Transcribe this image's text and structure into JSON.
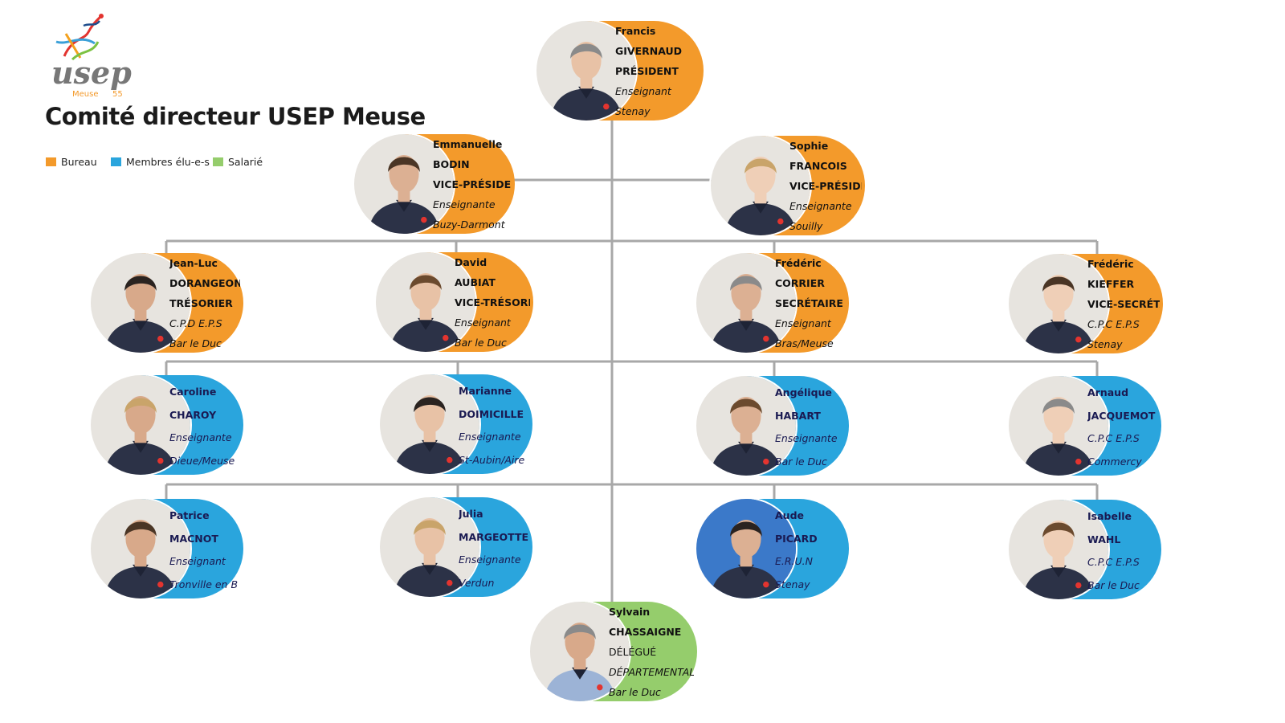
{
  "page": {
    "title": "Comité directeur USEP Meuse"
  },
  "logo": {
    "word": "usep",
    "sub_left": "Meuse",
    "sub_right": "55"
  },
  "legend": [
    {
      "label": "Bureau",
      "color": "#f39a2b"
    },
    {
      "label": "Membres élu-e-s",
      "color": "#2aa5dd"
    },
    {
      "label": "Salarié",
      "color": "#95cd6c"
    }
  ],
  "colors": {
    "bureau": "#f39a2b",
    "membre": "#2aa5dd",
    "salarie": "#95cd6c",
    "lines": "#a8a8a8",
    "uniform": "#2c3247"
  },
  "people": [
    {
      "id": "francis-givernaud",
      "group": "bureau",
      "lines": [
        "Francis",
        "GIVERNAUD",
        "PRÉSIDENT",
        "Enseignant",
        "Stenay"
      ]
    },
    {
      "id": "emmanuelle-bodin",
      "group": "bureau",
      "lines": [
        "Emmanuelle",
        "BODIN",
        "VICE-PRÉSIDENTE",
        "Enseignante",
        "Buzy-Darmont"
      ]
    },
    {
      "id": "sophie-francois",
      "group": "bureau",
      "lines": [
        "Sophie",
        "FRANCOIS",
        "VICE-PRÉSIDENTE",
        "Enseignante",
        "Souilly"
      ]
    },
    {
      "id": "jean-luc-dorangeon",
      "group": "bureau",
      "lines": [
        "Jean-Luc",
        "DORANGEON",
        "TRÉSORIER",
        "C.P.D E.P.S",
        "Bar le Duc"
      ]
    },
    {
      "id": "david-aubiat",
      "group": "bureau",
      "lines": [
        "David",
        "AUBIAT",
        "VICE-TRÉSORIER",
        "Enseignant",
        "Bar le Duc"
      ]
    },
    {
      "id": "frederic-corrier",
      "group": "bureau",
      "lines": [
        "Frédéric",
        "CORRIER",
        "SECRÉTAIRE",
        "Enseignant",
        "Bras/Meuse"
      ]
    },
    {
      "id": "frederic-kieffer",
      "group": "bureau",
      "lines": [
        "Frédéric",
        "KIEFFER",
        "VICE-SECRÉTAIRE",
        "C.P.C E.P.S",
        "Stenay"
      ]
    },
    {
      "id": "caroline-charoy",
      "group": "membre",
      "lines": [
        "Caroline",
        "CHAROY",
        "Enseignante",
        "Dieue/Meuse"
      ]
    },
    {
      "id": "marianne-doimicille",
      "group": "membre",
      "lines": [
        "Marianne",
        "DOIMICILLE",
        "Enseignante",
        "St-Aubin/Aire"
      ]
    },
    {
      "id": "angelique-habart",
      "group": "membre",
      "lines": [
        "Angélique",
        "HABART",
        "Enseignante",
        "Bar le Duc"
      ]
    },
    {
      "id": "arnaud-jacquemot",
      "group": "membre",
      "lines": [
        "Arnaud",
        "JACQUEMOT",
        "C.P.C E.P.S",
        "Commercy"
      ]
    },
    {
      "id": "patrice-macnot",
      "group": "membre",
      "lines": [
        "Patrice",
        "MACNOT",
        "Enseignant",
        "Tronville en B"
      ]
    },
    {
      "id": "julia-margeotte",
      "group": "membre",
      "lines": [
        "Julia",
        "MARGEOTTE",
        "Enseignante",
        "Verdun"
      ]
    },
    {
      "id": "aude-picard",
      "group": "membre",
      "lines": [
        "Aude",
        "PICARD",
        "E.R.U.N",
        "Stenay"
      ]
    },
    {
      "id": "isabelle-wahl",
      "group": "membre",
      "lines": [
        "Isabelle",
        "WAHL",
        "C.P.C E.P.S",
        "Bar le Duc"
      ]
    },
    {
      "id": "sylvain-chassaigne",
      "group": "salarie",
      "lines": [
        "Sylvain",
        "CHASSAIGNE",
        "DÉLÉGUÉ",
        "DÉPARTEMENTAL",
        "Bar le Duc"
      ]
    }
  ]
}
